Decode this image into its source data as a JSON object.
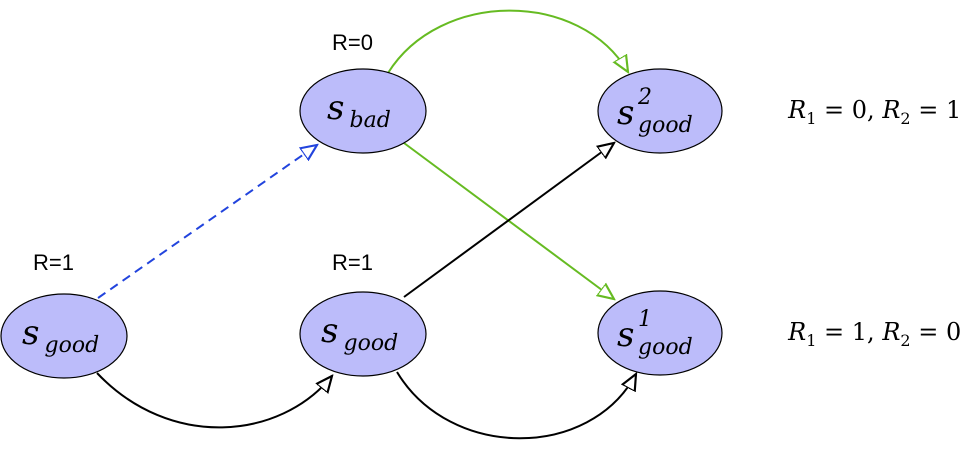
{
  "nodes": {
    "good_start": {
      "base": "s",
      "sub": "good",
      "sup": ""
    },
    "bad": {
      "base": "s",
      "sub": "bad",
      "sup": ""
    },
    "good_mid": {
      "base": "s",
      "sub": "good",
      "sup": ""
    },
    "good_2": {
      "base": "s",
      "sub": "good",
      "sup": "2"
    },
    "good_1": {
      "base": "s",
      "sub": "good",
      "sup": "1"
    }
  },
  "rewards": {
    "good_start": "R=1",
    "bad": "R=0",
    "good_mid": "R=1"
  },
  "outcomes": {
    "top": {
      "r1_var": "R",
      "r1_sub": "1",
      "r1_rel": " = 0, ",
      "r2_var": "R",
      "r2_sub": "2",
      "r2_rel": " = 1"
    },
    "bottom": {
      "r1_var": "R",
      "r1_sub": "1",
      "r1_rel": " = 1, ",
      "r2_var": "R",
      "r2_sub": "2",
      "r2_rel": " = 0"
    }
  },
  "colors": {
    "node_fill": "#bcbcfa",
    "edge_default": "#000000",
    "edge_green": "#66bb22",
    "edge_blue_dashed": "#2244dd"
  }
}
